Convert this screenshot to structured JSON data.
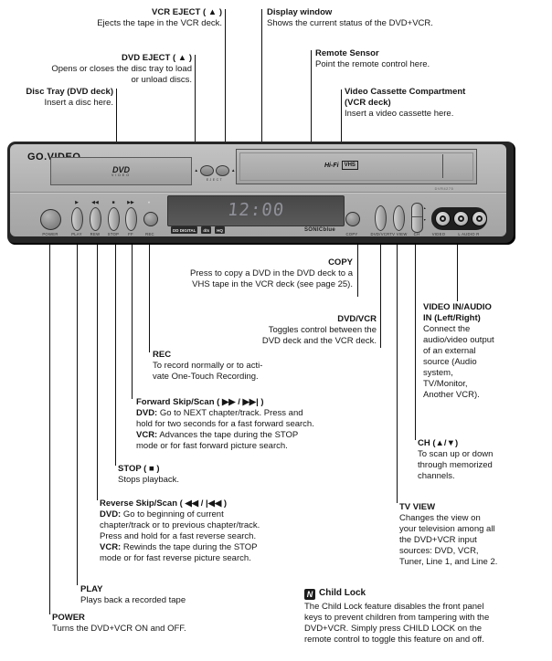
{
  "callouts": {
    "vcr_eject": {
      "title": "VCR EJECT ( ▲ )",
      "body": "Ejects the tape in the VCR deck."
    },
    "dvd_eject": {
      "title": "DVD EJECT ( ▲ )",
      "body": "Opens or closes the disc tray to load\nor unload discs."
    },
    "disc_tray": {
      "title": "Disc Tray (DVD deck)",
      "body": "Insert a disc here."
    },
    "display_window": {
      "title": "Display window",
      "body": "Shows the current status of the DVD+VCR."
    },
    "remote_sensor": {
      "title": "Remote Sensor",
      "body": "Point the remote control here."
    },
    "video_cassette": {
      "title": "Video Cassette Compartment\n(VCR deck)",
      "body": "Insert a video cassette here."
    },
    "copy": {
      "title": "COPY",
      "body": "Press to copy a DVD in the DVD deck to a\nVHS tape in the VCR deck (see page 25)."
    },
    "dvd_vcr": {
      "title": "DVD/VCR",
      "body": "Toggles control between the\nDVD deck and the VCR deck."
    },
    "rec": {
      "title": "REC",
      "body": "To record normally or to acti-\nvate One-Touch Recording."
    },
    "fwd": {
      "title": "Forward Skip/Scan ( ▶▶ / ▶▶| )",
      "dvd_label": "DVD:",
      "dvd_text": " Go to NEXT chapter/track. Press and\nhold for two seconds for a fast forward search.",
      "vcr_label": "VCR:",
      "vcr_text": " Advances the tape during the STOP\nmode or for fast forward picture search."
    },
    "stop": {
      "title": "STOP ( ■ )",
      "body": "Stops playback."
    },
    "rev": {
      "title": "Reverse Skip/Scan ( ◀◀ / |◀◀ )",
      "dvd_label": "DVD:",
      "dvd_text": " Go to beginning of current\nchapter/track or to previous chapter/track.\nPress and hold for a fast reverse search.",
      "vcr_label": "VCR:",
      "vcr_text": " Rewinds the tape during the STOP\nmode or for fast reverse picture search."
    },
    "play": {
      "title": "PLAY",
      "body": "Plays back a recorded tape"
    },
    "power": {
      "title": "POWER",
      "body": "Turns the DVD+VCR ON and OFF."
    },
    "video_in": {
      "title": "VIDEO IN/AUDIO\nIN (Left/Right)",
      "body": "Connect the\naudio/video output\nof an external\nsource (Audio\nsystem,\nTV/Monitor,\nAnother VCR)."
    },
    "ch": {
      "title": "CH (▲/▼)",
      "body": "To scan up or down\nthrough memorized\nchannels."
    },
    "tv_view": {
      "title": "TV VIEW",
      "body": "Changes the view on\nyour television among all\nthe DVD+VCR input\nsources: DVD, VCR,\nTuner, Line 1, and Line 2."
    }
  },
  "note": {
    "icon": "N",
    "title": "Child Lock",
    "body": "The Child Lock feature disables the front panel\nkeys to prevent children from tampering with the\nDVD+VCR. Simply press CHILD LOCK on the\nremote control to toggle this feature on and off."
  },
  "device": {
    "brand": "GO.VIDEO",
    "model": "DVR4275",
    "display_value": "12:00",
    "eject_label": "EJECT",
    "eject_arrow": "▲",
    "dvd_logo": "DVD",
    "dvd_logo_sub": "VIDEO",
    "hifi_logo": "Hi-Fi",
    "vhs_logo": "VHS",
    "badge_dolby": "DD DIGITAL",
    "badge_dts": "dts",
    "badge_hq": "HQ",
    "sonic_logo": "SONICblue",
    "play_symbol": "▶",
    "rew_symbol": "◀◀",
    "stop_symbol": "■",
    "ff_symbol": "▶▶",
    "rec_symbol": "●",
    "ch_up": "▲",
    "ch_down": "▼",
    "labels": {
      "power": "POWER",
      "play": "PLAY",
      "rew": "REW",
      "stop": "STOP",
      "ff": "FF",
      "rec": "REC",
      "copy": "COPY",
      "dvd_vcr": "DVD/VCR",
      "tv_view": "TV VIEW",
      "ch": "CH",
      "video": "VIDEO",
      "audio": "L AUDIO R"
    }
  }
}
